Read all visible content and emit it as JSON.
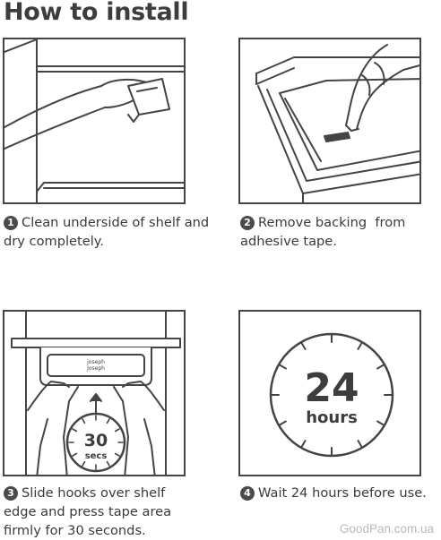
{
  "title": "How to install",
  "steps": [
    {
      "number": "1",
      "text": "Clean underside of shelf and dry completely."
    },
    {
      "number": "2",
      "text": "Remove backing  from adhesive tape."
    },
    {
      "number": "3",
      "text": "Slide hooks over shelf edge and press tape area firmly for 30 seconds."
    },
    {
      "number": "4",
      "text": "Wait 24 hours before use."
    }
  ],
  "product_label": {
    "line1": "joseph",
    "line2": "Joseph"
  },
  "timer_small": {
    "value": "30",
    "unit": "secs"
  },
  "timer_large": {
    "value": "24",
    "unit": "hours"
  },
  "watermark": "GoodPan.com.ua"
}
